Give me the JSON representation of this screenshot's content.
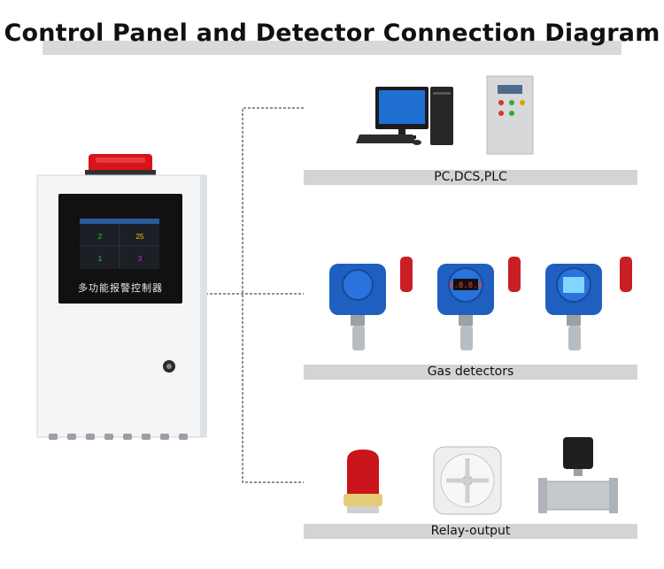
{
  "diagram": {
    "title": "Control Panel and Detector Connection Diagram",
    "panel": {
      "label": "多功能报警控制器",
      "screen_values": [
        "2",
        "25",
        "1",
        "3"
      ]
    },
    "groups": [
      {
        "label": "PC,DCS,PLC"
      },
      {
        "label": "Gas detectors",
        "displays": [
          "8.8.8.8",
          ""
        ]
      },
      {
        "label": "Relay-output"
      }
    ]
  }
}
